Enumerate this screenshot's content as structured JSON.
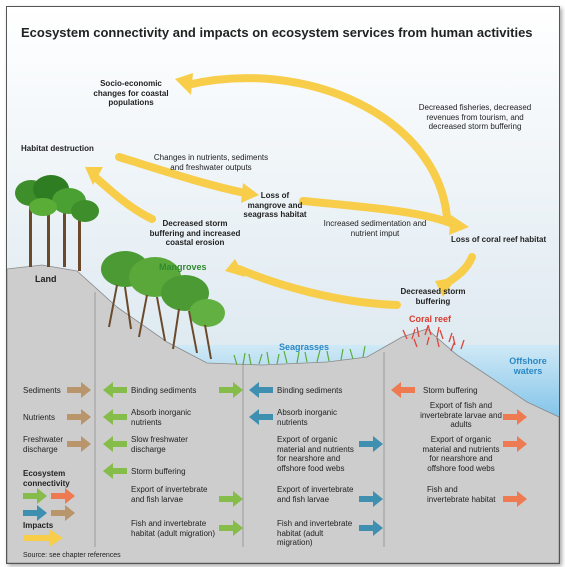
{
  "title": "Ecosystem connectivity and impacts on ecosystem services from human activities",
  "cycle": {
    "socio": "Socio-economic changes for coastal populations",
    "habitat_destruction": "Habitat destruction",
    "changes_nutrients": "Changes in nutrients, sediments and freshwater outputs",
    "loss_mangrove": "Loss of mangrove and seagrass habitat",
    "decreased_fisheries": "Decreased fisheries, decreased revenues from tourism, and decreased storm buffering",
    "decreased_storm_erosion": "Decreased storm buffering and increased coastal erosion",
    "increased_sedimentation": "Increased sedimentation and nutrient imput",
    "loss_coral": "Loss of coral reef habitat",
    "decreased_storm": "Decreased storm buffering"
  },
  "zones": {
    "land": "Land",
    "mangroves": "Mangroves",
    "seagrasses": "Seagrasses",
    "coral_reef": "Coral reef",
    "offshore": "Offshore waters"
  },
  "land_flows": [
    "Sediments",
    "Nutrients",
    "Freshwater discharge"
  ],
  "mangrove_services": [
    "Binding sediments",
    "Absorb inorganic nutrients",
    "Slow freshwater discharge",
    "Storm buffering",
    "Export of invertebrate and fish larvae",
    "Fish and invertebrate habitat (adult migration)"
  ],
  "seagrass_services": [
    "Binding sediments",
    "Absorb inorganic nutrients",
    "Export of organic material and nutrients for nearshore and offshore food webs",
    "Export of invertebrate and fish larvae",
    "Fish and invertebrate habitat (adult migration)"
  ],
  "coral_services": [
    "Storm buffering",
    "Export of fish and invertebrate larvae and adults",
    "Export of organic material and nutrients for nearshore and offshore food webs",
    "Fish and invertebrate habitat"
  ],
  "legend": {
    "connectivity": "Ecosystem connectivity",
    "impacts": "Impacts",
    "source": "Source: see chapter references"
  },
  "colors": {
    "impact_arrow": "#f7cd4a",
    "land_arrow": "#b8956a",
    "mangrove_arrow": "#86bc4a",
    "seagrass_arrow": "#3f8fb1",
    "coral_arrow": "#ee7a52",
    "coral_reef_label": "#d83c2e",
    "mangrove_label": "#2f8a2f",
    "water_label": "#2a88c6"
  }
}
